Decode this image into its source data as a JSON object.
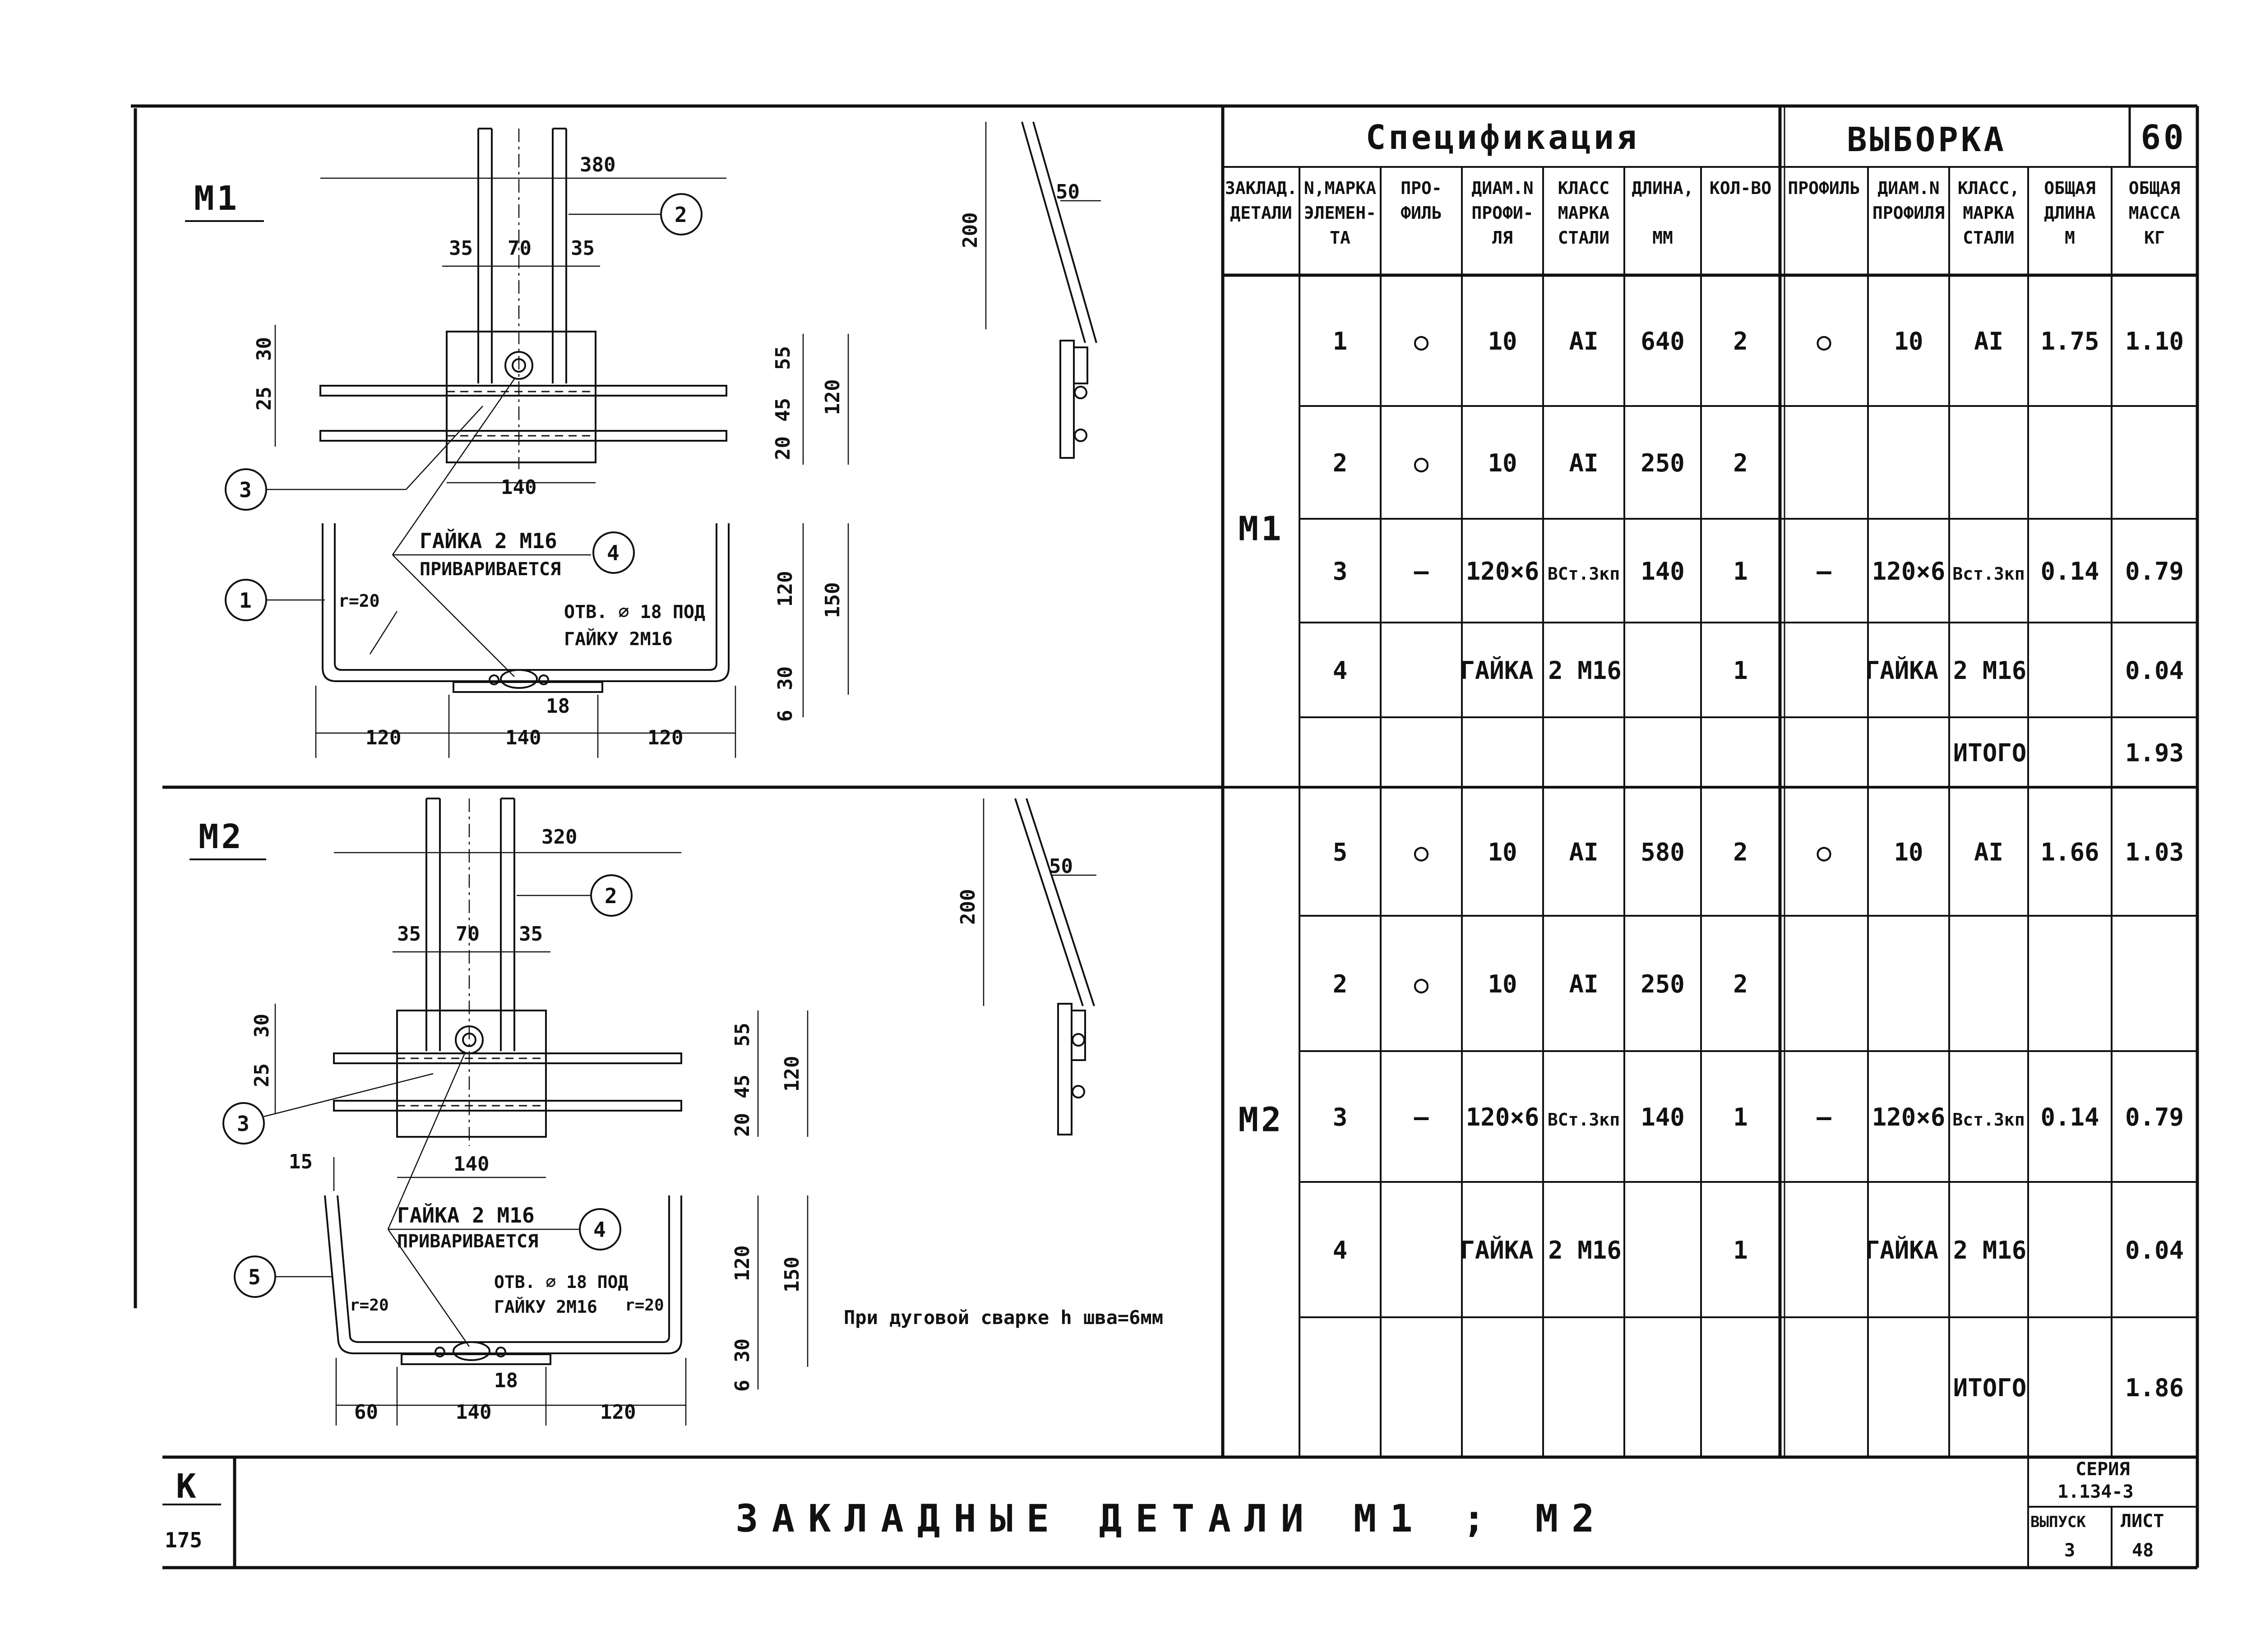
{
  "sheet_number": "60",
  "title": "ЗАКЛАДНЫЕ ДЕТАЛИ М1 ; М2",
  "corner_code": {
    "letter": "К",
    "number": "175"
  },
  "stamp": {
    "series_label": "СЕРИЯ",
    "series_value": "1.134-3",
    "issue_label": "ВЫПУСК",
    "issue_value": "3",
    "sheet_label": "ЛИСТ",
    "sheet_value": "48"
  },
  "note": "При дуговой сварке h шва=6мм",
  "spec": {
    "title": "Спецификация",
    "headers": [
      [
        "ЗАКЛАД.",
        "ДЕТАЛИ"
      ],
      [
        "N,МАРКА",
        "ЭЛЕМЕН-",
        "ТА"
      ],
      [
        "ПРО-",
        "ФИЛЬ"
      ],
      [
        "ДИАМ.N",
        "ПРОФИ-",
        "ЛЯ"
      ],
      [
        "КЛАСС",
        "МАРКА",
        "СТАЛИ"
      ],
      [
        "ДЛИНА,",
        "",
        "ММ"
      ],
      [
        "КОЛ-ВО"
      ]
    ]
  },
  "sample": {
    "title": "ВЫБОРКА",
    "headers": [
      [
        "ПРОФИЛЬ"
      ],
      [
        "ДИАМ.N",
        "ПРОФИЛЯ"
      ],
      [
        "КЛАСС,",
        "МАРКА",
        "СТАЛИ"
      ],
      [
        "ОБЩАЯ",
        "ДЛИНА",
        "М"
      ],
      [
        "ОБЩАЯ",
        "МАССА",
        "КГ"
      ]
    ]
  },
  "groups": [
    {
      "mark": "М1",
      "rows": [
        {
          "n": "1",
          "profile": "○",
          "diam": "10",
          "cls": "АI",
          "len": "640",
          "qty": "2",
          "s_profile": "○",
          "s_diam": "10",
          "s_cls": "АI",
          "s_len": "1.75",
          "s_mass": "1.10"
        },
        {
          "n": "2",
          "profile": "○",
          "diam": "10",
          "cls": "АI",
          "len": "250",
          "qty": "2",
          "s_profile": "",
          "s_diam": "",
          "s_cls": "",
          "s_len": "",
          "s_mass": ""
        },
        {
          "n": "3",
          "profile": "—",
          "diam": "120×6",
          "cls": "ВСт.3кп",
          "len": "140",
          "qty": "1",
          "s_profile": "—",
          "s_diam": "120×6",
          "s_cls": "Вст.3кп",
          "s_len": "0.14",
          "s_mass": "0.79"
        }
      ],
      "nut": {
        "n": "4",
        "text": "ГАЙКА 2 М16",
        "qty": "1",
        "s_text": "ГАЙКА 2 М16",
        "s_mass": "0.04"
      },
      "total": {
        "label": "ИТОГО",
        "value": "1.93"
      }
    },
    {
      "mark": "М2",
      "rows": [
        {
          "n": "5",
          "profile": "○",
          "diam": "10",
          "cls": "АI",
          "len": "580",
          "qty": "2",
          "s_profile": "○",
          "s_diam": "10",
          "s_cls": "АI",
          "s_len": "1.66",
          "s_mass": "1.03"
        },
        {
          "n": "2",
          "profile": "○",
          "diam": "10",
          "cls": "АI",
          "len": "250",
          "qty": "2",
          "s_profile": "",
          "s_diam": "",
          "s_cls": "",
          "s_len": "",
          "s_mass": ""
        },
        {
          "n": "3",
          "profile": "—",
          "diam": "120×6",
          "cls": "ВСт.3кп",
          "len": "140",
          "qty": "1",
          "s_profile": "—",
          "s_diam": "120×6",
          "s_cls": "Вст.3кп",
          "s_len": "0.14",
          "s_mass": "0.79"
        }
      ],
      "nut": {
        "n": "4",
        "text": "ГАЙКА 2 М16",
        "qty": "1",
        "s_text": "ГАЙКА 2 М16",
        "s_mass": "0.04"
      },
      "total": {
        "label": "ИТОГО",
        "value": "1.86"
      }
    }
  ],
  "drawings": {
    "m1": {
      "mark": "М1",
      "width": "380",
      "left": "35",
      "mid": "70",
      "right": "35",
      "h30": "30",
      "h25": "25",
      "h55": "55",
      "h45": "45",
      "h20": "20",
      "h120": "120",
      "plate": "140",
      "nut_label": "ГАЙКА 2 М16",
      "welded": "ПРИВАРИВАЕТСЯ",
      "hole_label": "ОТВ. ⌀ 18 ПОД",
      "hole_label2": "ГАЙКУ 2М16",
      "radius": "r=20",
      "b120": "120",
      "b150": "150",
      "b30": "30",
      "b6": "6",
      "bottom_left": "120",
      "bottom_mid": "140",
      "bottom_right": "120",
      "b18": "18",
      "side_h": "200",
      "side_w": "50",
      "callouts": [
        "1",
        "2",
        "3",
        "4"
      ]
    },
    "m2": {
      "mark": "М2",
      "width": "320",
      "left": "35",
      "mid": "70",
      "right": "35",
      "h30": "30",
      "h25": "25",
      "h55": "55",
      "h45": "45",
      "h20": "20",
      "h120": "120",
      "plate": "140",
      "offset": "15",
      "nut_label": "ГАЙКА 2 М16",
      "welded": "ПРИВАРИВАЕТСЯ",
      "hole_label": "ОТВ. ⌀ 18 ПОД",
      "hole_label2": "ГАЙКУ 2М16",
      "radius_l": "r=20",
      "radius_r": "r=20",
      "b120": "120",
      "b150": "150",
      "b30": "30",
      "b6": "6",
      "bottom_left": "60",
      "bottom_mid": "140",
      "bottom_right": "120",
      "b18": "18",
      "side_h": "200",
      "side_w": "50",
      "callouts": [
        "2",
        "3",
        "4",
        "5"
      ]
    }
  }
}
